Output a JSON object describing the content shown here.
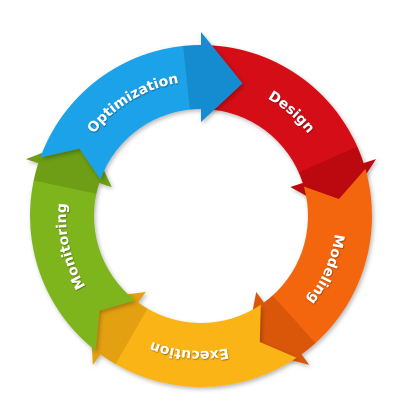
{
  "diagram": {
    "stages": [
      {
        "label": "Design",
        "color": "#d40f12",
        "shade": "#8f0406"
      },
      {
        "label": "Modeling",
        "color": "#f46608",
        "shade": "#a83d02"
      },
      {
        "label": "Execution",
        "color": "#fbb416",
        "shade": "#b87c06"
      },
      {
        "label": "Monitoring",
        "color": "#7fb51e",
        "shade": "#4c740c"
      },
      {
        "label": "Optimization",
        "color": "#1ea2e8",
        "shade": "#0b64a3"
      }
    ]
  }
}
